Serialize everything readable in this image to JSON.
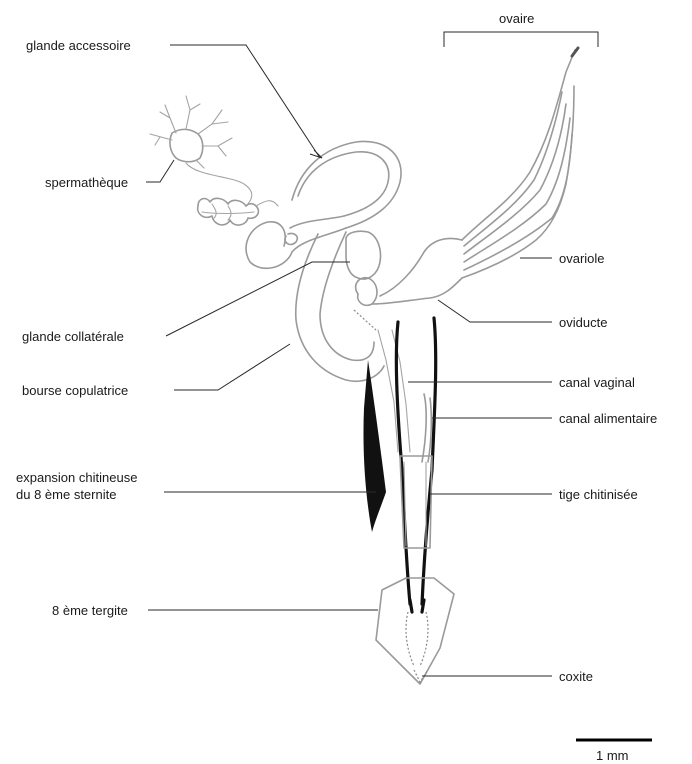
{
  "labels": {
    "ovaire": "ovaire",
    "glande_accessoire": "glande accessoire",
    "spermatheque": "spermathèque",
    "ovariole": "ovariole",
    "glande_collaterale": "glande collatérale",
    "oviducte": "oviducte",
    "bourse_copulatrice": "bourse copulatrice",
    "canal_vaginal": "canal vaginal",
    "canal_alimentaire": "canal alimentaire",
    "expansion_line1": "expansion chitineuse",
    "expansion_line2": "du 8 ème sternite",
    "tige_chitinisee": "tige chitinisée",
    "tergite_8": "8 ème tergite",
    "coxite": "coxite"
  },
  "scale_bar": {
    "label": "1 mm"
  },
  "colors": {
    "organ_outline": "#9a9a9a",
    "chitin": "#111111",
    "leader_line": "#2a2a2a",
    "text": "#1a1a1a"
  }
}
